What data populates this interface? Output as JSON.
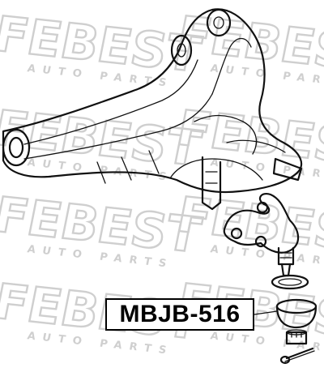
{
  "watermark": {
    "brand": "FEBEST",
    "tagline": "AUTO PARTS",
    "color": "#cfcfcf"
  },
  "part_label": {
    "text": "MBJB-516"
  },
  "diagram_parts": [
    "control-arm",
    "ball-joint",
    "bushing",
    "castle-nut",
    "dust-boot",
    "cotter-pin"
  ]
}
